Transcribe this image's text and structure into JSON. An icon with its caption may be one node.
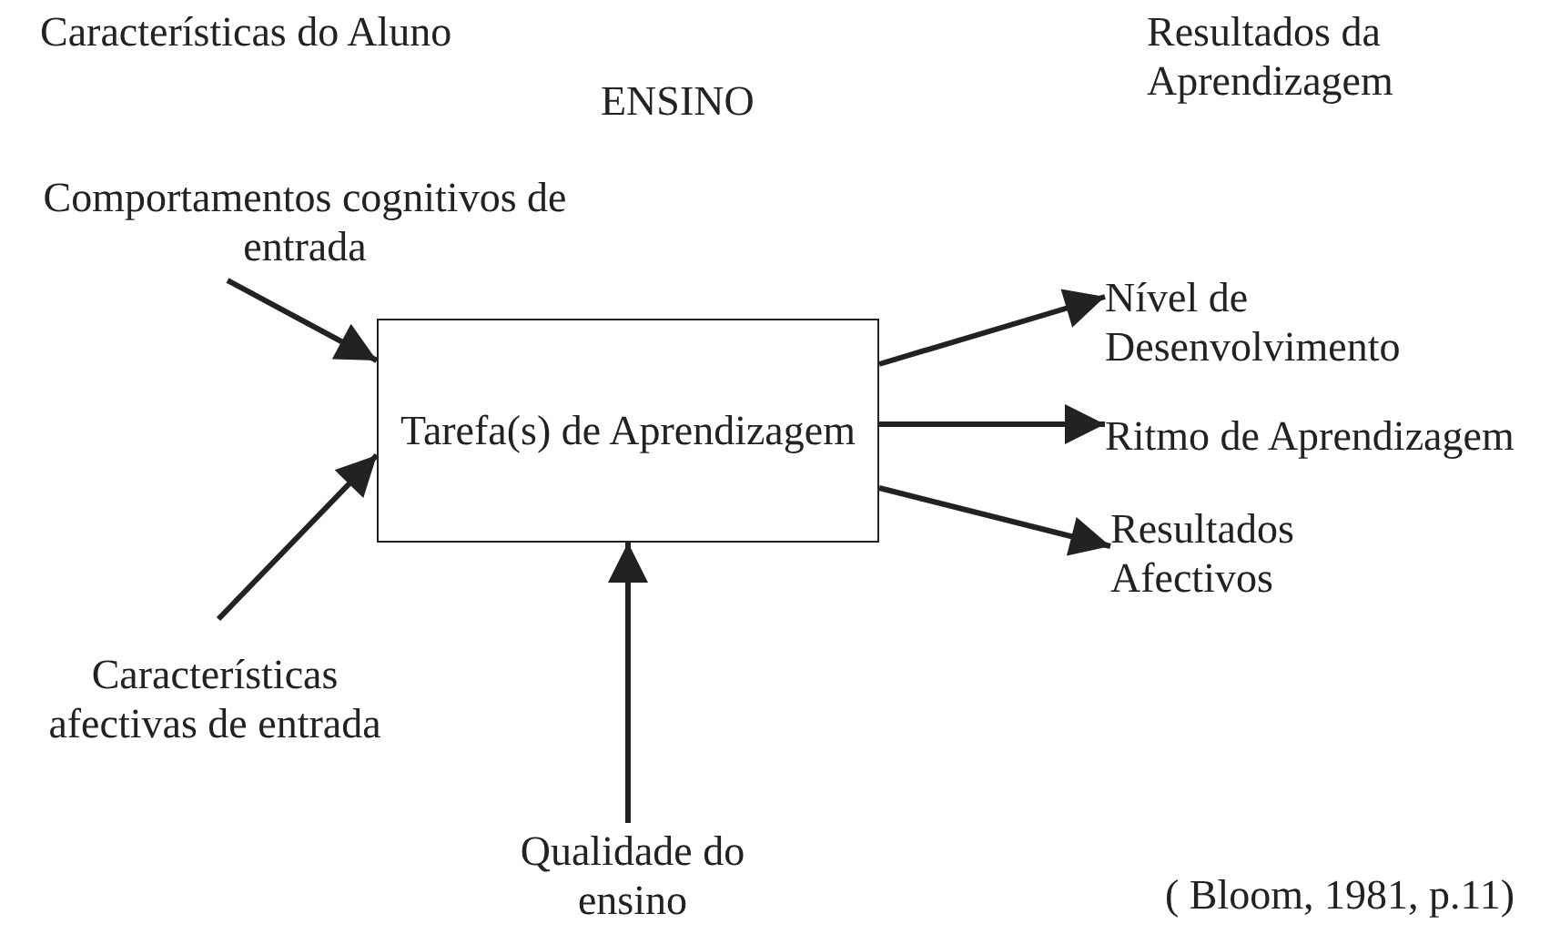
{
  "diagram": {
    "nodes": [
      {
        "text": [
          "Comportamentos cognitivos de entrada"
        ]
      },
      {
        "text": [
          "Tarefa(s) de Aprendizagem"
        ]
      },
      {
        "text": [
          "Características afectivas de entrada"
        ]
      },
      {
        "text": [
          "Qualidade do ensino"
        ]
      },
      {
        "text": [
          "Nível de Desenvolvimento"
        ]
      },
      {
        "text": [
          "Ritmo de Aprendizagem"
        ]
      },
      {
        "text": [
          "Resultados Afectivos"
        ]
      }
    ],
    "edges": [
      {
        "from": 0,
        "to": 1,
        "arrow": "to"
      },
      {
        "from": 2,
        "to": 1,
        "arrow": "to"
      },
      {
        "from": 3,
        "to": 1,
        "arrow": "to"
      },
      {
        "from": 1,
        "to": 4,
        "arrow": "to"
      },
      {
        "from": 1,
        "to": 5,
        "arrow": "to"
      },
      {
        "from": 1,
        "to": 6,
        "arrow": "to"
      }
    ],
    "labels": [
      "Características do Aluno",
      "ENSINO",
      "Resultados da Aprendizagem",
      "( Bloom, 1981, p.11)"
    ]
  }
}
